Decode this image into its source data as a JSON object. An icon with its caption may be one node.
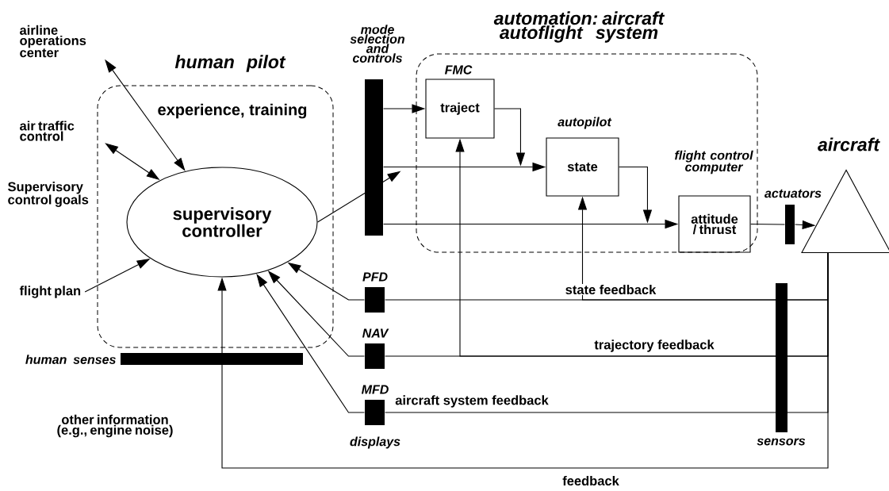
{
  "diagram": {
    "nodes": [
      {
        "text": [
          "human pilot",
          "experience, training"
        ]
      },
      {
        "text": [
          "supervisory controller"
        ],
        "in": 0
      },
      {
        "text": [
          "airline operations center"
        ]
      },
      {
        "text": [
          "air traffic control"
        ]
      },
      {
        "text": [
          "flight plan"
        ]
      },
      {
        "text": [
          "mode selection and controls"
        ]
      },
      {
        "text": [
          "automation: aircraft autoflight system"
        ]
      },
      {
        "text": [
          "FMC",
          "traject"
        ],
        "in": 6
      },
      {
        "text": [
          "autopilot",
          "state"
        ],
        "in": 6
      },
      {
        "text": [
          "flight control computer",
          "attitude / thrust"
        ],
        "in": 6
      },
      {
        "text": [
          "actuators"
        ]
      },
      {
        "text": [
          "aircraft"
        ]
      },
      {
        "text": [
          "PFD"
        ]
      },
      {
        "text": [
          "NAV"
        ]
      },
      {
        "text": [
          "MFD"
        ]
      },
      {
        "text": [
          "sensors"
        ]
      },
      {
        "text": [
          "human senses"
        ]
      }
    ],
    "edges": [
      {
        "from": 2,
        "to": 1,
        "arrow": "both"
      },
      {
        "from": 3,
        "to": 1,
        "arrow": "both"
      },
      {
        "from": 4,
        "to": 1,
        "arrow": "to"
      },
      {
        "from": 1,
        "to": 5,
        "arrow": "to"
      },
      {
        "from": 5,
        "to": 7,
        "arrow": "to"
      },
      {
        "from": 5,
        "to": 8,
        "arrow": "to"
      },
      {
        "from": 5,
        "to": 9,
        "arrow": "to"
      },
      {
        "from": 7,
        "to": 8,
        "arrow": "to"
      },
      {
        "from": 8,
        "to": 9,
        "arrow": "to"
      },
      {
        "from": 9,
        "to": 10,
        "arrow": "none"
      },
      {
        "from": 10,
        "to": 11,
        "arrow": "to"
      },
      {
        "from": 11,
        "to": 12,
        "arrow": "none",
        "label": "state feedback"
      },
      {
        "from": 11,
        "to": 13,
        "arrow": "none",
        "label": "trajectory feedback"
      },
      {
        "from": 11,
        "to": 14,
        "arrow": "none",
        "label": "aircraft system feedback"
      },
      {
        "from": 11,
        "to": 8,
        "arrow": "to"
      },
      {
        "from": 11,
        "to": 7,
        "arrow": "to"
      },
      {
        "from": 12,
        "to": 1,
        "arrow": "to"
      },
      {
        "from": 13,
        "to": 1,
        "arrow": "to"
      },
      {
        "from": 14,
        "to": 1,
        "arrow": "to"
      },
      {
        "from": 11,
        "to": 1,
        "arrow": "to",
        "label": "feedback"
      }
    ],
    "labels": [
      "Supervisory control goals",
      "other information (e.g., engine noise)",
      "displays"
    ]
  }
}
